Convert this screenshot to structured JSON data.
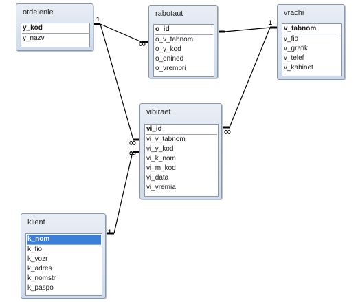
{
  "tables": {
    "otdelenie": {
      "title": "otdelenie",
      "fields": [
        "y_kod",
        "y_nazv"
      ],
      "primary_key_count": 1
    },
    "rabotaut": {
      "title": "rabotaut",
      "fields": [
        "o_id",
        "o_v_tabnom",
        "o_y_kod",
        "o_dnined",
        "o_vrempri"
      ],
      "primary_key_count": 1
    },
    "vrachi": {
      "title": "vrachi",
      "fields": [
        "v_tabnom",
        "v_fio",
        "v_grafik",
        "v_telef",
        "v_kabinet"
      ],
      "primary_key_count": 1
    },
    "vibiraet": {
      "title": "vibiraet",
      "fields": [
        "vi_id",
        "vi_v_tabnom",
        "vi_y_kod",
        "vi_k_nom",
        "vi_m_kod",
        "vi_data",
        "vi_vremia"
      ],
      "primary_key_count": 1
    },
    "klient": {
      "title": "klient",
      "fields": [
        "k_nom",
        "k_fio",
        "k_vozr",
        "k_adres",
        "k_nomstr",
        "k_paspo"
      ],
      "primary_key_count": 1,
      "selected_field": "k_nom"
    }
  },
  "relationships": [
    {
      "from": "otdelenie",
      "to": "rabotaut",
      "from_label": "1",
      "to_label": "∞"
    },
    {
      "from": "vrachi",
      "to": "rabotaut",
      "from_label": "1",
      "to_label": "∞"
    },
    {
      "from": "otdelenie",
      "to": "vibiraet",
      "from_label": "1",
      "to_label": "∞"
    },
    {
      "from": "vrachi",
      "to": "vibiraet",
      "from_label": "1",
      "to_label": "∞"
    },
    {
      "from": "klient",
      "to": "vibiraet",
      "from_label": "1",
      "to_label": "∞"
    }
  ],
  "colors": {
    "line": "#000000",
    "selection": "#3b7fd9"
  }
}
